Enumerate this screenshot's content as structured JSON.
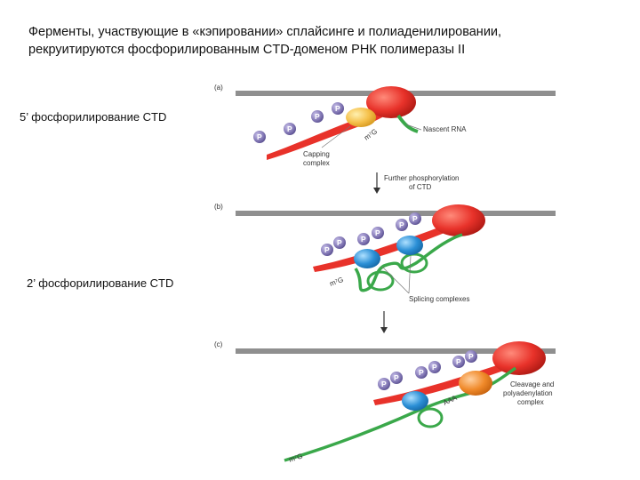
{
  "title": {
    "line1": "Ферменты, участвующие в «кэпировании» сплайсинге и полиаденилировании,",
    "line2": "рекруитируются фосфорилированным CTD-доменом РНК полимеразы II"
  },
  "side_labels": {
    "five_prime": "5’ фосфорилирование CTD",
    "two_prime": "2’ фосфорилирование CTD"
  },
  "panels": {
    "a": {
      "letter": "(a)",
      "nascent_rna": "Nascent RNA",
      "capping_line1": "Capping",
      "capping_line2": "complex",
      "cap": "m⁷G"
    },
    "step": {
      "line1": "Further phosphorylation",
      "line2": "of CTD"
    },
    "b": {
      "letter": "(b)",
      "cap": "m⁷G",
      "splicing": "Splicing complexes"
    },
    "c": {
      "letter": "(c)",
      "cleavage_line1": "Cleavage and",
      "cleavage_line2": "polyadenylation",
      "cleavage_line3": "complex",
      "polya": "AAA",
      "cap": "m⁷G"
    },
    "phospho_label": "P"
  },
  "colors": {
    "polymerase": "#e8322a",
    "capping": "#f5c04a",
    "splicing": "#2b8fd6",
    "cleavage": "#f08a2a",
    "rna": "#3aa84a",
    "phosphate": "#8a7fb8",
    "dna": "#8f8f8f"
  }
}
